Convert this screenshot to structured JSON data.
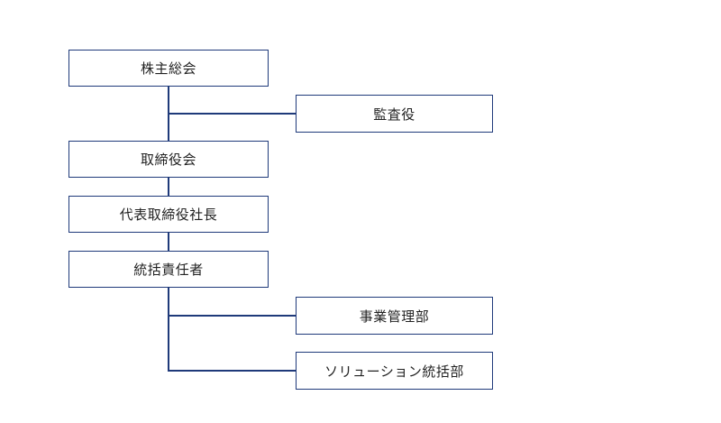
{
  "org_chart": {
    "nodes": {
      "shareholders_meeting": "株主総会",
      "auditor": "監査役",
      "board_of_directors": "取締役会",
      "representative_director": "代表取締役社長",
      "general_manager": "統括責任者",
      "business_management_dept": "事業管理部",
      "solution_dept": "ソリューション統括部"
    },
    "colors": {
      "line": "#1f3a7a",
      "box_border": "#1f3a7a",
      "text": "#222222"
    }
  }
}
